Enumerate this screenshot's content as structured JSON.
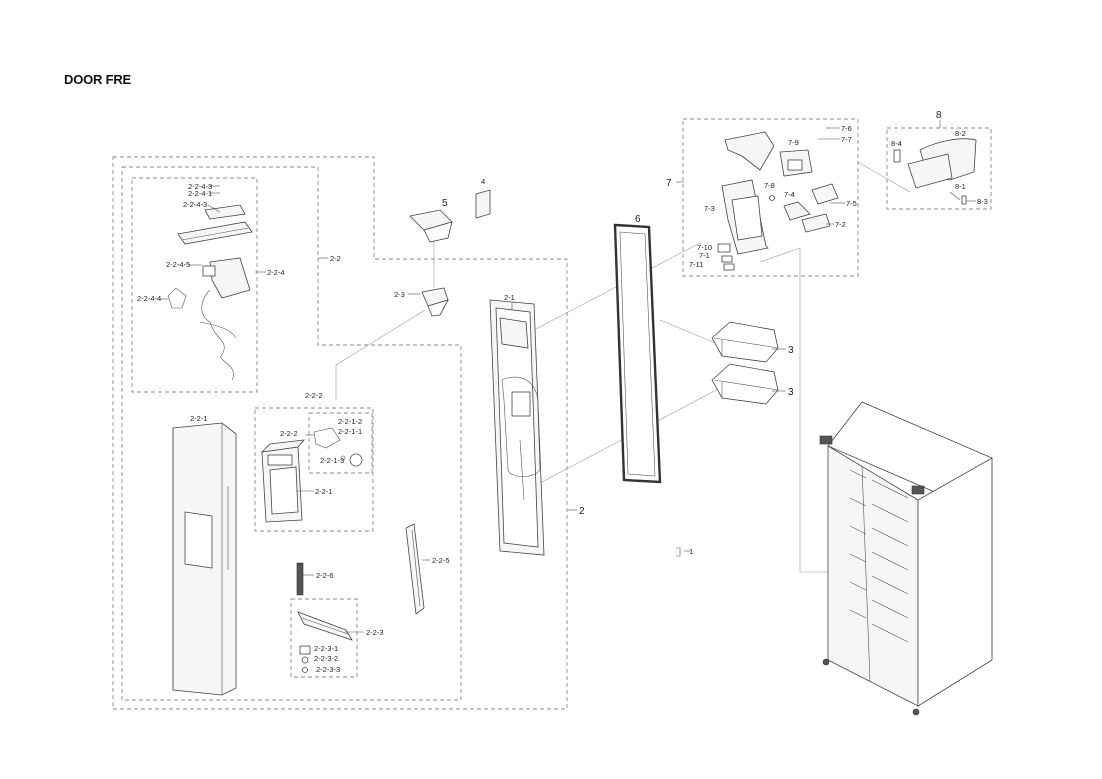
{
  "title": "DOOR FRE",
  "labels": {
    "l1": "1",
    "l2": "2",
    "l2_1": "2-1",
    "l2_2": "2-2",
    "l2_3": "2-3",
    "l3a": "3",
    "l3b": "3",
    "l4": "4",
    "l5": "5",
    "l6": "6",
    "l7": "7",
    "l7_1": "7-1",
    "l7_2": "7-2",
    "l7_3": "7-3",
    "l7_4": "7-4",
    "l7_5": "7-5",
    "l7_6": "7-6",
    "l7_7": "7-7",
    "l7_8": "7-8",
    "l7_9": "7-9",
    "l7_10": "7-10",
    "l7_11": "7-11",
    "l8": "8",
    "l8_1": "8-1",
    "l8_2": "8-2",
    "l8_3": "8-3",
    "l8_4": "8-4",
    "l2_2_1": "2-2-1",
    "l2_2_2": "2-2-2",
    "l2_2_2b": "2-2-2",
    "l2_2_1_1": "2-2-1-1",
    "l2_2_1_2": "2-2-1-2",
    "l2_2_1_3": "2-2-1-3",
    "l2_2_3": "2-2-3",
    "l2_2_3_1": "2-2-3-1",
    "l2_2_3_2": "2-2-3-2",
    "l2_2_3_3": "2-2-3-3",
    "l2_2_4": "2-2-4",
    "l2_2_4_1": "2-2-4-1",
    "l2_2_4_3a": "2-2-4-3",
    "l2_2_4_3b": "2-2-4-3",
    "l2_2_4_4": "2-2-4-4",
    "l2_2_4_5": "2-2-4-5",
    "l2_2_5": "2-2-5",
    "l2_2_6": "2-2-6"
  }
}
